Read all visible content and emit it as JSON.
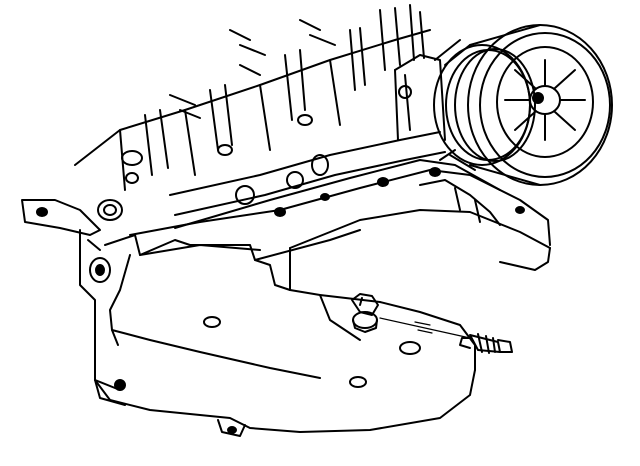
{
  "figure": {
    "background": "#ffffff",
    "ink": "#000000",
    "parts": [
      "engine-block",
      "oil-pan",
      "oil-drain-plug",
      "pan-bolt",
      "ac-compressor-pulley",
      "mounting-bracket"
    ]
  }
}
